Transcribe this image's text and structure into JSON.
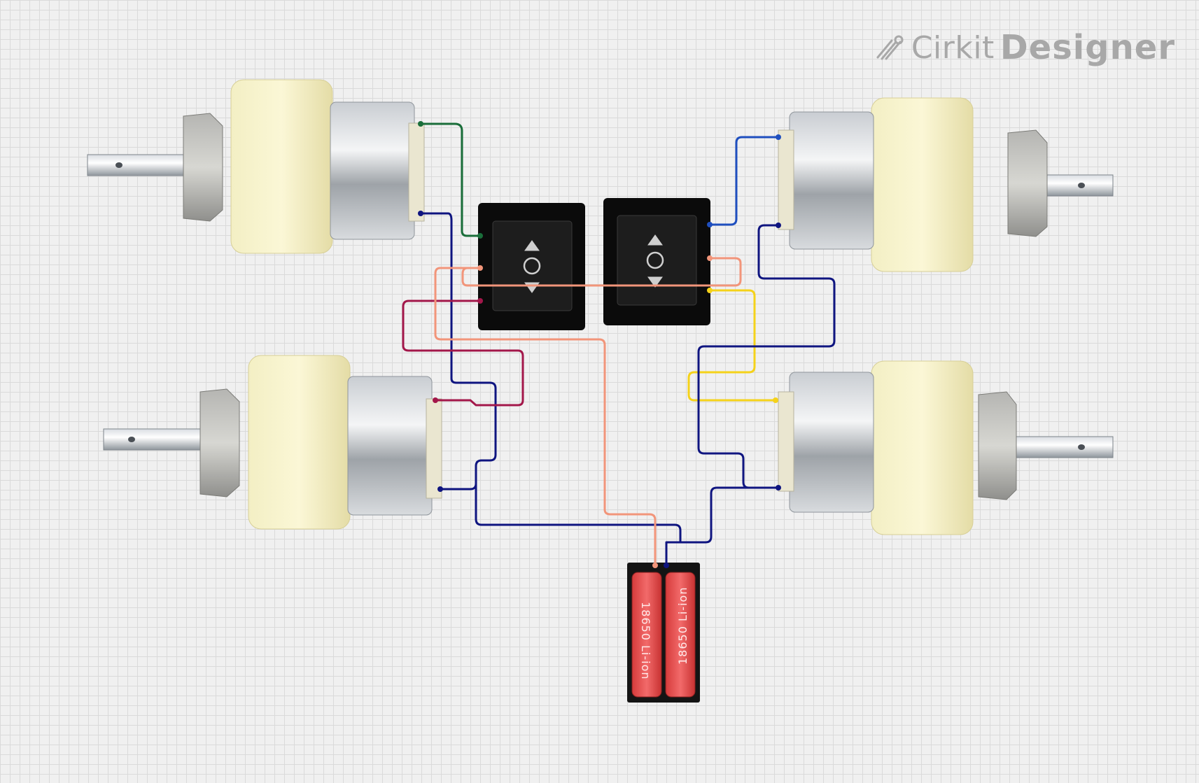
{
  "logo": {
    "brand": "Cirkit",
    "product": "Designer",
    "icon": "cirkit-pen-icon",
    "color": "#a8a8a8"
  },
  "components": {
    "motors": [
      {
        "id": "motor-top-left",
        "orientation": "shaft-left"
      },
      {
        "id": "motor-bottom-left",
        "orientation": "shaft-left"
      },
      {
        "id": "motor-top-right",
        "orientation": "shaft-right"
      },
      {
        "id": "motor-bottom-right",
        "orientation": "shaft-right"
      }
    ],
    "switches": [
      {
        "id": "rocker-switch-left",
        "icon": "up-circle-down-icon"
      },
      {
        "id": "rocker-switch-right",
        "icon": "up-circle-down-icon"
      }
    ],
    "battery": {
      "id": "battery-holder",
      "cells": [
        {
          "label": "18650 Li-ion"
        },
        {
          "label": "18650 Li-ion"
        }
      ]
    }
  },
  "wire_colors": {
    "green": "#1a6e3a",
    "navy": "#0f1580",
    "salmon": "#f2957a",
    "crimson": "#a3174a",
    "yellow": "#f5d21a",
    "blue": "#1f4fbf"
  }
}
